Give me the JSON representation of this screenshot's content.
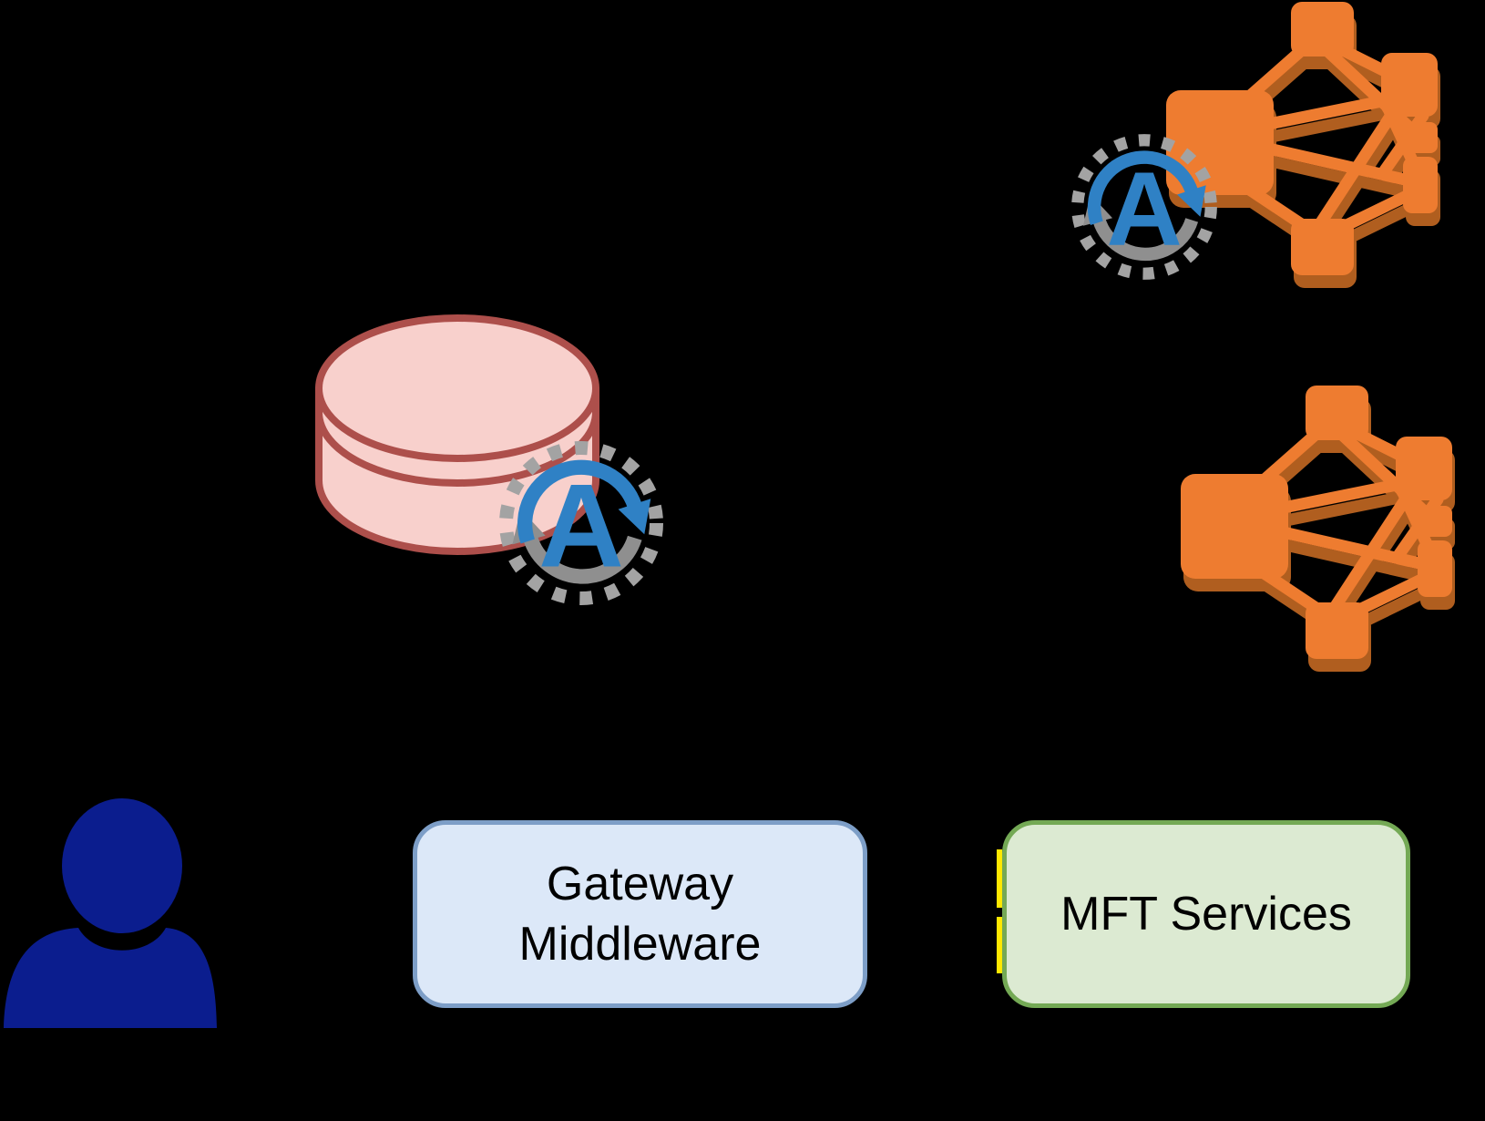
{
  "diagram": {
    "background": "#000000",
    "user": {
      "color": "#0b1d8e"
    },
    "database": {
      "fill": "#f8d0cc",
      "stroke": "#ad4f4b"
    },
    "sync_badge": {
      "letter": "A",
      "blue": "#2f81c5",
      "gray": "#8f8f8f",
      "dots": "#a3a3a3"
    },
    "api_gateway": {
      "fill": "#ee7c30",
      "shadow": "#b05e1f"
    },
    "gateway_box": {
      "line1": "Gateway",
      "line2": "Middleware",
      "fill": "#dce8f8",
      "border": "#7d9ec7",
      "text_color": "#000000"
    },
    "mft_box": {
      "label": "MFT Services",
      "fill": "#dcead2",
      "border": "#74a955",
      "text_color": "#000000"
    },
    "accent_line": {
      "color": "#ffe800"
    }
  }
}
